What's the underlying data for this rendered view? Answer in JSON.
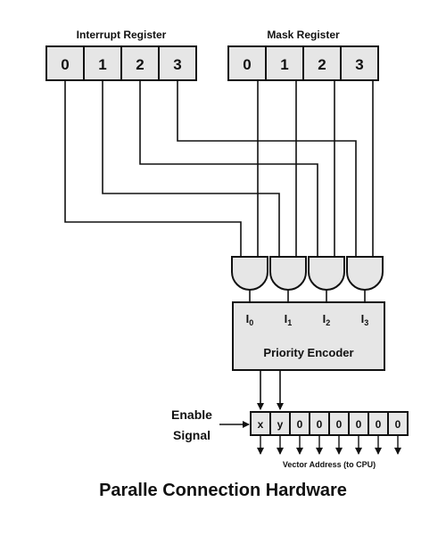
{
  "interrupt_register": {
    "label": "Interrupt Register",
    "bits": [
      "0",
      "1",
      "2",
      "3"
    ]
  },
  "mask_register": {
    "label": "Mask Register",
    "bits": [
      "0",
      "1",
      "2",
      "3"
    ]
  },
  "encoder": {
    "label": "Priority Encoder",
    "inputs": [
      {
        "main": "I",
        "sub": "0"
      },
      {
        "main": "I",
        "sub": "1"
      },
      {
        "main": "I",
        "sub": "2"
      },
      {
        "main": "I",
        "sub": "3"
      }
    ]
  },
  "enable_signal": {
    "line1": "Enable",
    "line2": "Signal"
  },
  "vector": {
    "cells": [
      "x",
      "y",
      "0",
      "0",
      "0",
      "0",
      "0",
      "0"
    ],
    "label": "Vector Address (to CPU)"
  },
  "title": "Paralle Connection Hardware",
  "colors": {
    "box_fill": "#e6e6e6",
    "stroke": "#111111",
    "background": "#ffffff"
  }
}
